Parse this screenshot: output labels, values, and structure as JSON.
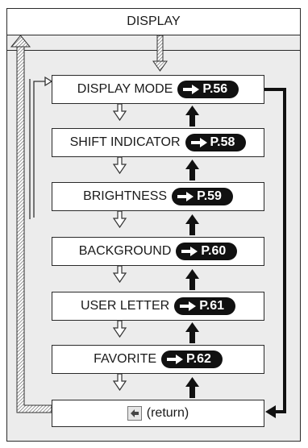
{
  "header": {
    "title": "DISPLAY"
  },
  "menu": {
    "items": [
      {
        "label": "DISPLAY MODE",
        "ref": "P.56"
      },
      {
        "label": "SHIFT INDICATOR",
        "ref": "P.58"
      },
      {
        "label": "BRIGHTNESS",
        "ref": "P.59"
      },
      {
        "label": "BACKGROUND",
        "ref": "P.60"
      },
      {
        "label": "USER LETTER",
        "ref": "P.61"
      },
      {
        "label": "FAVORITE",
        "ref": "P.62"
      }
    ],
    "return_label": "(return)"
  },
  "icons": [
    "arrow-right-icon",
    "return-icon",
    "arrow-down-outline-icon",
    "arrow-up-solid-icon",
    "hatched-arrow-icon"
  ],
  "colors": {
    "line": "#2a2a2a",
    "panel": "#ececec",
    "badge": "#111111"
  }
}
